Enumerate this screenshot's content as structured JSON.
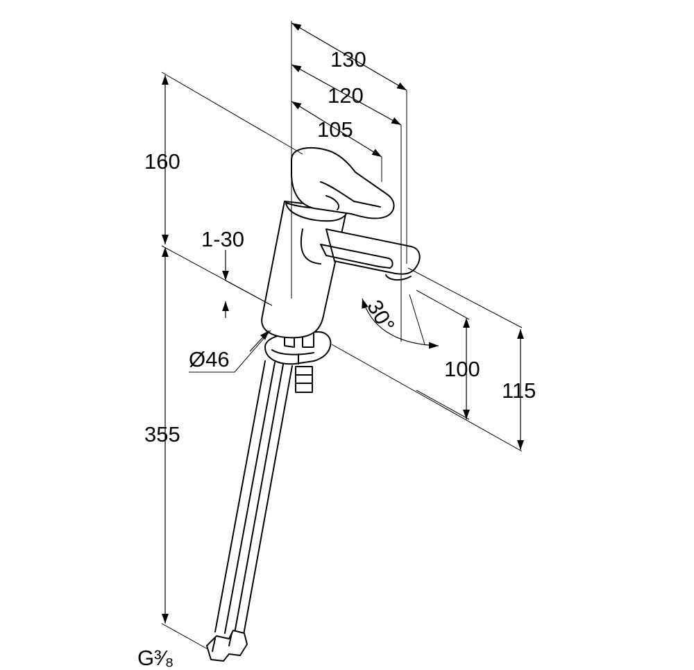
{
  "dimensions": {
    "width_130": "130",
    "width_120": "120",
    "width_105": "105",
    "height_160": "160",
    "range_1_30": "1-30",
    "diameter": "Ø46",
    "angle": "30°",
    "height_100": "100",
    "height_115": "115",
    "hose_length": "355",
    "thread": "G³⁄₈"
  }
}
